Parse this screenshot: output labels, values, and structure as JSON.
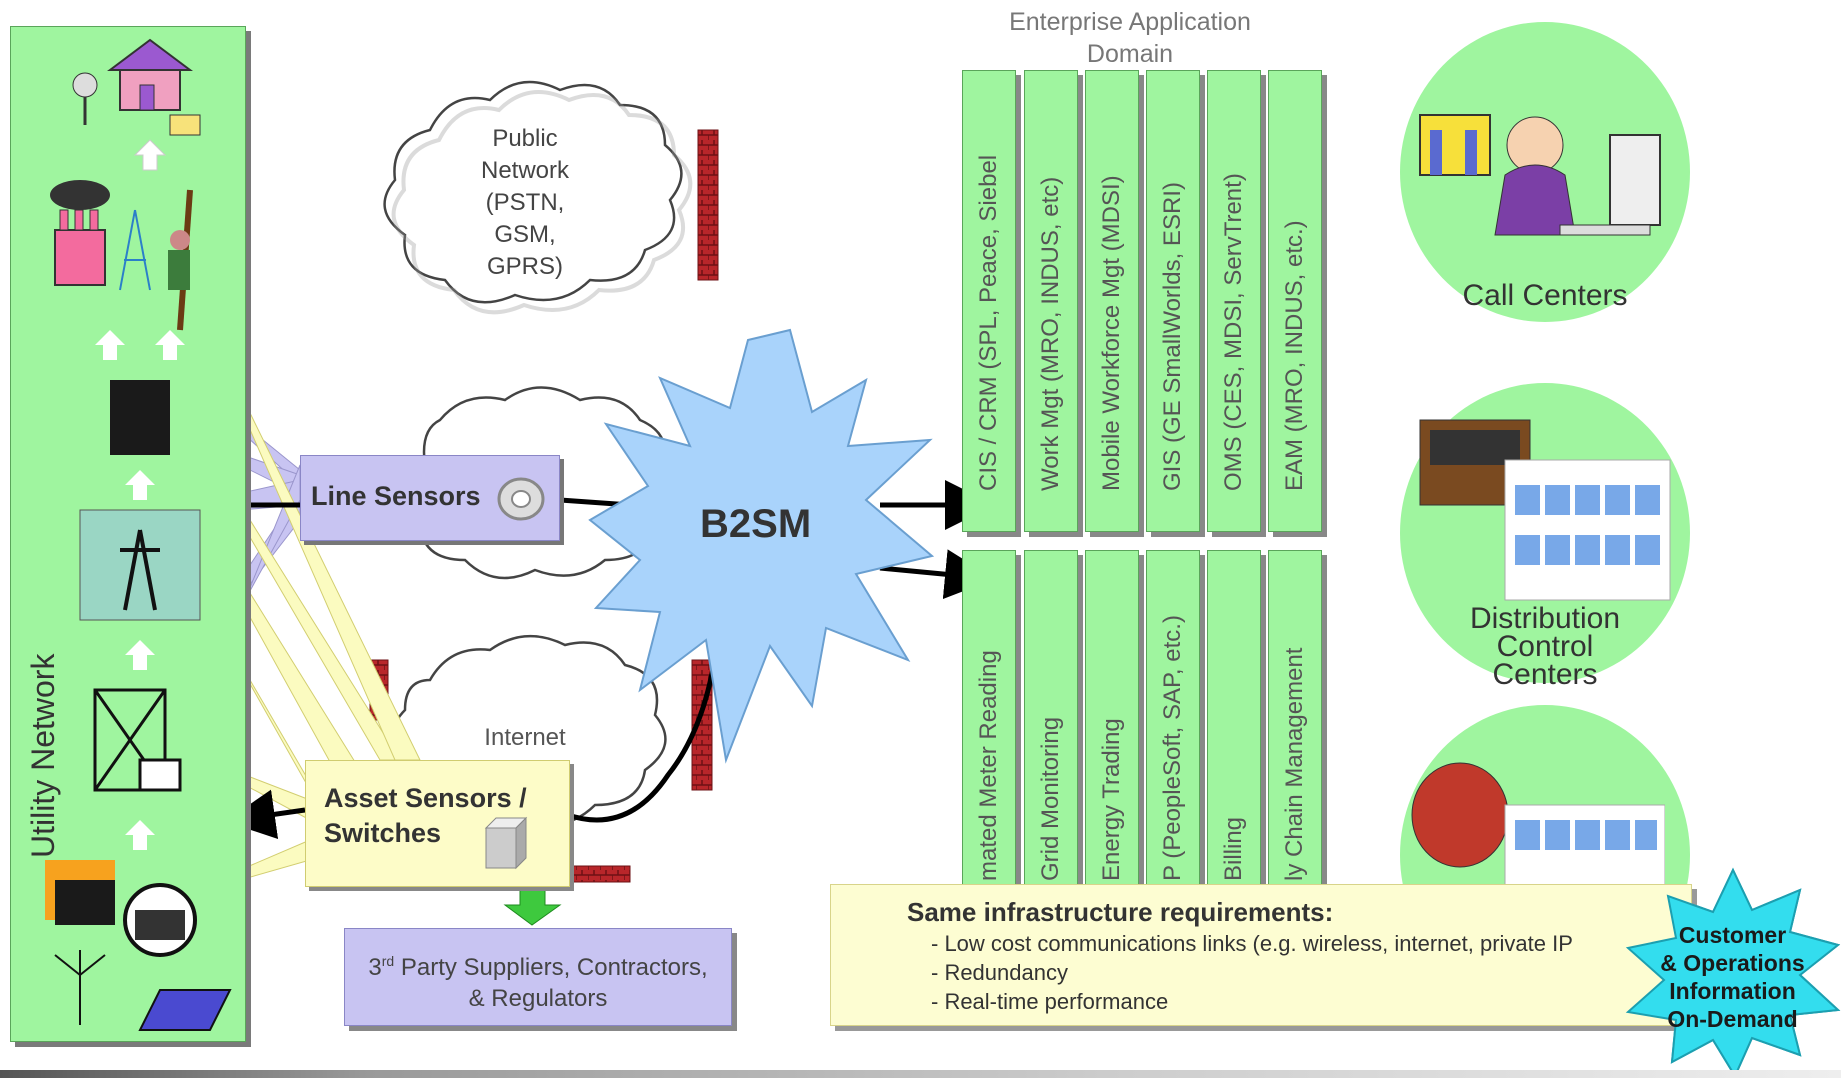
{
  "utility": {
    "label": "Utility Network"
  },
  "enterprise": {
    "title_line1": "Enterprise Application",
    "title_line2": "Domain",
    "top_apps": [
      "CIS / CRM (SPL, Peace, Siebel",
      "Work Mgt (MRO, INDUS, etc)",
      "Mobile Workforce Mgt (MDSI)",
      "GIS (GE SmallWorlds, ESRI)",
      "OMS (CES, MDSI, ServTrent)",
      "EAM (MRO, INDUS, etc.)"
    ],
    "bottom_apps": [
      "mated Meter Reading",
      "Grid Monitoring",
      "Energy Trading",
      "P (PeopleSoft, SAP, etc.)",
      "Billing",
      "ly Chain Management"
    ]
  },
  "clouds": {
    "public_line1": "Public",
    "public_line2": "Network",
    "public_line3": "(PSTN,",
    "public_line4": "GSM,",
    "public_line5": "GPRS)",
    "internet": "Internet"
  },
  "hub": {
    "label": "B2SM"
  },
  "sensors": {
    "line": "Line Sensors",
    "asset_line1": "Asset Sensors /",
    "asset_line2": "Switches"
  },
  "suppliers": {
    "line1_pre": "3",
    "line1_sup": "rd",
    "line1_post": " Party Suppliers, Contractors,",
    "line2": "& Regulators"
  },
  "centers": {
    "call": "Call Centers",
    "distribution_line1": "Distribution",
    "distribution_line2": "Control",
    "distribution_line3": "Centers"
  },
  "requirements": {
    "title": "Same infrastructure requirements:",
    "items": [
      "-  Low cost  communications links (e.g. wireless, internet, private IP",
      "-  Redundancy",
      "-  Real-time performance"
    ]
  },
  "badge": {
    "line1": "Customer",
    "line2": "& Operations",
    "line3": "Information",
    "line4": "On-Demand"
  },
  "colors": {
    "green": "#9ff59f",
    "lavender": "#c8c4f2",
    "cream": "#fdfcc8",
    "burst_blue": "#a9d3fb",
    "badge_cyan": "#33ddee",
    "beam_yellow": "#fbfbc0"
  }
}
